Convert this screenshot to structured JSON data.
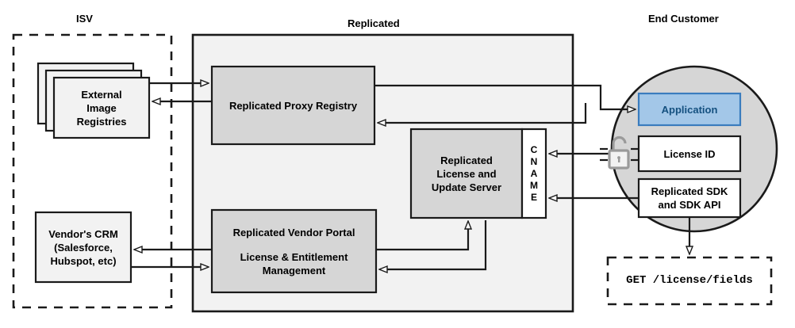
{
  "diagram": {
    "title_labels": {
      "isv": "ISV",
      "replicated": "Replicated",
      "end_customer": "End Customer"
    },
    "colors": {
      "container_fill": "#f2f2f2",
      "box_fill": "#d6d6d6",
      "light_box_fill": "#f2f2f2",
      "circle_fill": "#d6d6d6",
      "application_fill": "#a3c7e8",
      "application_border": "#3a7cbe",
      "application_text": "#14507f",
      "stroke": "#1a1a1a",
      "white": "#ffffff",
      "lock": "#9a9a9a"
    },
    "nodes": {
      "external_registries": "External\nImage\nRegistries",
      "external_registries_lines": [
        "External",
        "Image",
        "Registries"
      ],
      "proxy_registry": "Replicated Proxy Registry",
      "license_server_lines": [
        "Replicated",
        "License and",
        "Update Server"
      ],
      "cname_letters": [
        "C",
        "N",
        "A",
        "M",
        "E"
      ],
      "vendor_portal_lines": [
        "Replicated Vendor Portal",
        "License & Entitlement",
        "Management"
      ],
      "vendor_crm_lines": [
        "Vendor's CRM",
        "(Salesforce,",
        "Hubspot, etc)"
      ],
      "application": "Application",
      "license_id": "License ID",
      "replicated_sdk_lines": [
        "Replicated SDK",
        "and SDK API"
      ],
      "api_endpoint": "GET /license/fields"
    },
    "icons": {
      "padlock": "unlocked-padlock"
    }
  }
}
